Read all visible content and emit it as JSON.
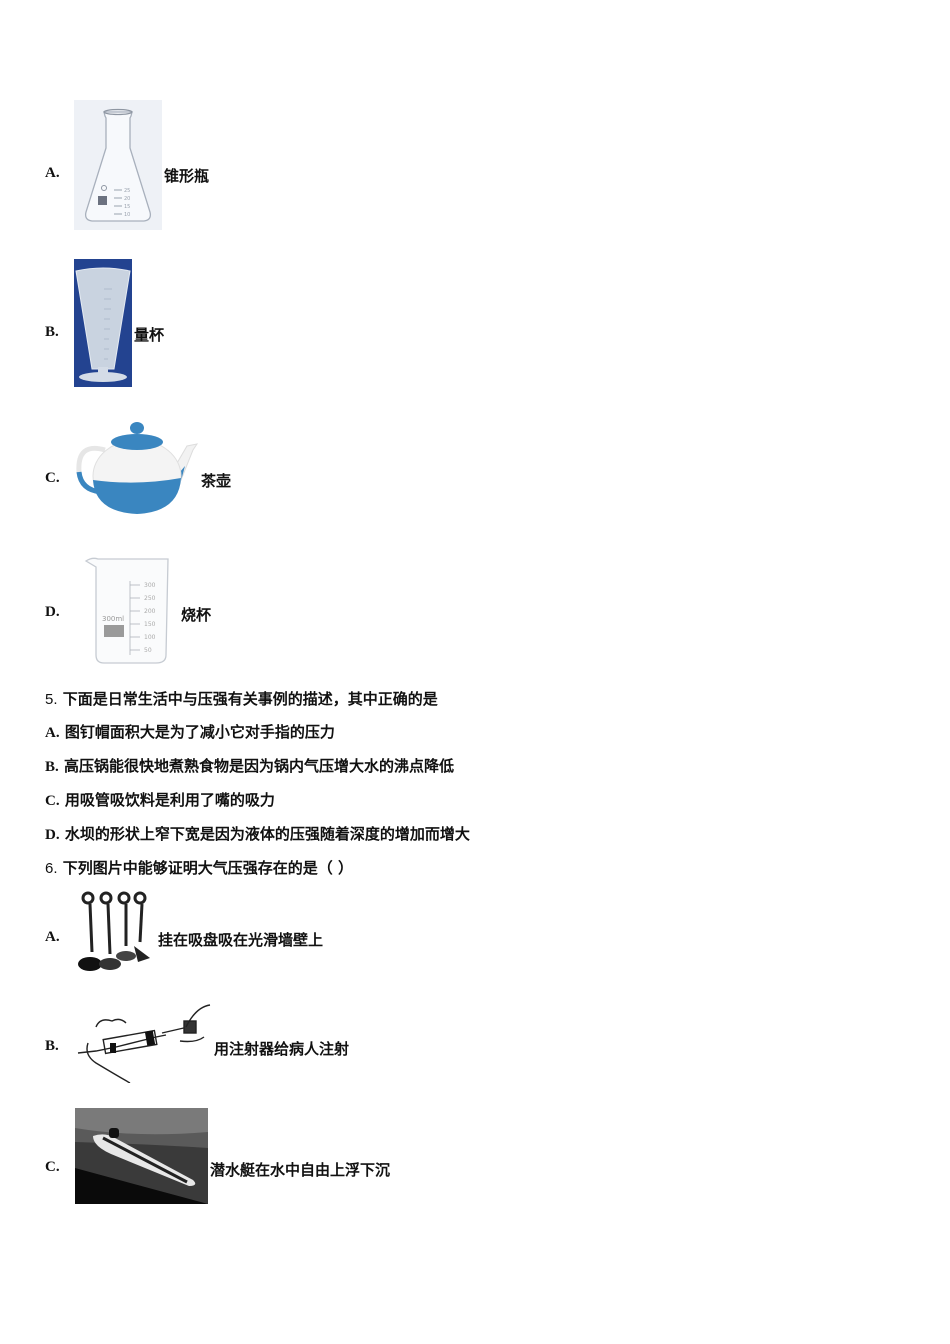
{
  "q4_options": [
    {
      "letter": "A.",
      "label": "锥形瓶",
      "image": "conical-flask"
    },
    {
      "letter": "B.",
      "label": "量杯",
      "image": "measuring-cup"
    },
    {
      "letter": "C.",
      "label": "茶壶",
      "image": "teapot"
    },
    {
      "letter": "D.",
      "label": "烧杯",
      "image": "beaker"
    }
  ],
  "flask_marks": [
    "25",
    "20",
    "15",
    "10"
  ],
  "beaker": {
    "volume_label": "300ml",
    "marks": [
      "300",
      "250",
      "200",
      "150",
      "100",
      "50"
    ]
  },
  "q5": {
    "number": "5.",
    "stem": "下面是日常生活中与压强有关事例的描述，其中正确的是",
    "options": [
      {
        "letter": "A.",
        "text": "图钉帽面积大是为了减小它对手指的压力"
      },
      {
        "letter": "B.",
        "text": "高压锅能很快地煮熟食物是因为锅内气压增大水的沸点降低"
      },
      {
        "letter": "C.",
        "text": "用吸管吸饮料是利用了嘴的吸力"
      },
      {
        "letter": "D.",
        "text": "水坝的形状上窄下宽是因为液体的压强随着深度的增加而增大"
      }
    ]
  },
  "q6": {
    "number": "6.",
    "stem": "下列图片中能够证明大气压强存在的是（ ）",
    "options": [
      {
        "letter": "A.",
        "text": "挂在吸盘吸在光滑墙壁上",
        "image": "suction-hooks"
      },
      {
        "letter": "B.",
        "text": "用注射器给病人注射",
        "image": "syringe"
      },
      {
        "letter": "C.",
        "text": "潜水艇在水中自由上浮下沉",
        "image": "submarine"
      }
    ]
  }
}
